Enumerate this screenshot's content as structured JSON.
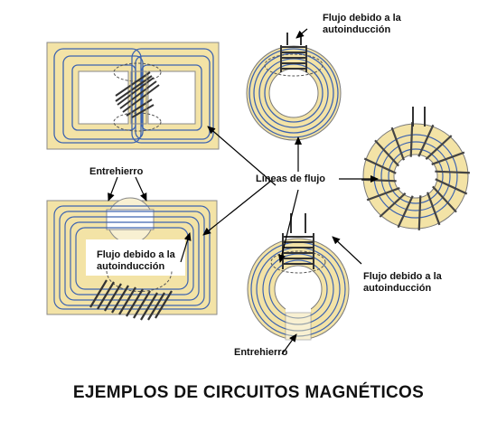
{
  "labels": {
    "flux_self_induction": "Flujo debido a la",
    "flux_self_induction_2": "autoinducción",
    "air_gap": "Entrehierro",
    "flux_lines": "Líneas de flujo",
    "flux_self_induction_left": "Flujo debido a la",
    "flux_self_induction_left_2": "autoinducción",
    "flux_self_induction_right": "Flujo debido a la",
    "flux_self_induction_right_2": "autoinducción",
    "air_gap_bottom": "Entrehierro"
  },
  "title": "EJEMPLOS DE CIRCUITOS MAGNÉTICOS",
  "colors": {
    "core": "#f3e3a6",
    "flux": "#3d63b0",
    "coil": "#333333",
    "arrow": "#000000",
    "outline": "#7a7a7a"
  }
}
